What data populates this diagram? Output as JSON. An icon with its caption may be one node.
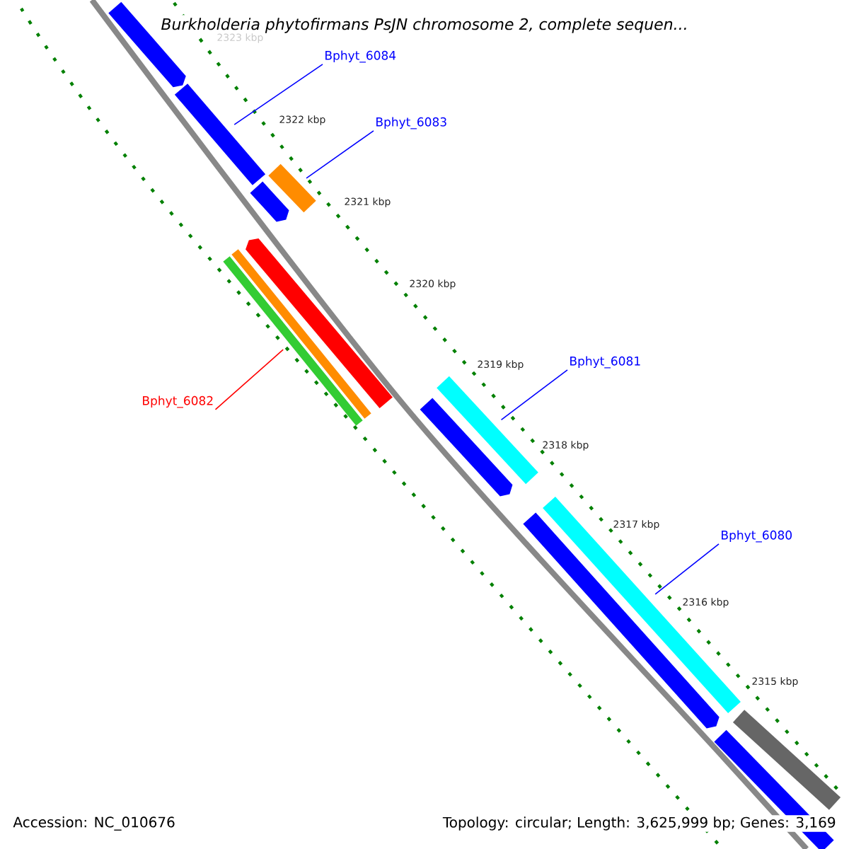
{
  "diagram": {
    "title": "Burkholderia phytofirmans PsJN chromosome 2, complete sequen...",
    "nodes": [
      {
        "text": [
          "Bphyt_6084"
        ]
      },
      {
        "text": [
          "Bphyt_6083"
        ]
      },
      {
        "text": [
          "Bphyt_6082"
        ]
      },
      {
        "text": [
          "Bphyt_6081"
        ]
      },
      {
        "text": [
          "Bphyt_6080"
        ]
      },
      {
        "text": [],
        "shape": "bar"
      },
      {
        "text": [],
        "shape": "bar"
      },
      {
        "text": [],
        "shape": "bar"
      },
      {
        "text": [],
        "shape": "bar"
      },
      {
        "text": [],
        "shape": "bar"
      },
      {
        "text": [],
        "shape": "bar"
      },
      {
        "text": [],
        "shape": "bar"
      },
      {
        "text": [],
        "shape": "bar"
      },
      {
        "text": [],
        "shape": "bar"
      },
      {
        "text": [],
        "shape": "bar"
      },
      {
        "text": [],
        "shape": "bar"
      },
      {
        "text": [],
        "shape": "bar"
      },
      {
        "text": [],
        "shape": "bar"
      }
    ],
    "edges": [
      {
        "from": 0,
        "to": 6,
        "arrow": "none"
      },
      {
        "from": 1,
        "to": 7,
        "arrow": "none"
      },
      {
        "from": 2,
        "to": 11,
        "arrow": "none",
        "color": "#ff0000"
      },
      {
        "from": 3,
        "to": 13,
        "arrow": "none"
      },
      {
        "from": 4,
        "to": 15,
        "arrow": "none"
      }
    ],
    "labels": [
      "2323 kbp",
      "2322 kbp",
      "2321 kbp",
      "2320 kbp",
      "2319 kbp",
      "2318 kbp",
      "2317 kbp",
      "2316 kbp",
      "2315 kbp",
      "Accession: NC_010676",
      "Topology: circular; Length: 3,625,999 bp; Genes: 3,169"
    ]
  }
}
